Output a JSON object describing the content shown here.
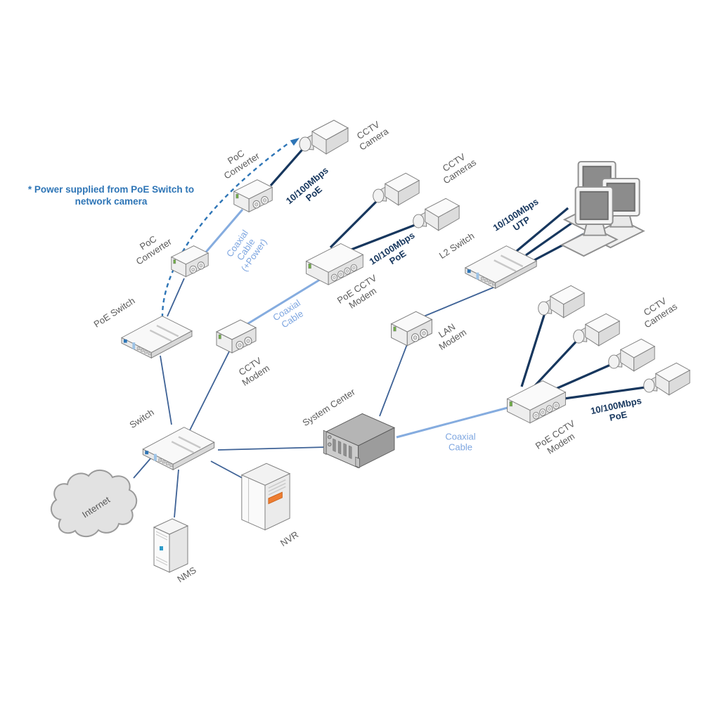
{
  "diagram": {
    "title": "PoE CCTV network diagram",
    "note": [
      "* Power supplied from PoE Switch to",
      "network camera"
    ],
    "colors": {
      "link_poe": "#17375E",
      "link_ethernet": "#3E6296",
      "link_coaxial": "#85ACDF",
      "note_blue": "#2E75B6",
      "label_gray": "#5a5a5a",
      "nvr_badge": "#ED7D31",
      "led_green": "#70AD47"
    },
    "labels": {
      "camera_top": [
        "CCTV",
        "Camera"
      ],
      "poc_top": [
        "PoC",
        "Converter"
      ],
      "poc_mid": [
        "PoC",
        "Converter"
      ],
      "poe_switch": [
        "PoE Switch"
      ],
      "link_poe_top": [
        "10/100Mbps",
        "PoE"
      ],
      "coax_power": [
        "Coaxial",
        "Cable",
        "(+Power)"
      ],
      "cameras_mid": [
        "CCTV",
        "Cameras"
      ],
      "link_poe_mid": [
        "10/100Mbps",
        "PoE"
      ],
      "poe_cctv_modem_top": [
        "PoE CCTV",
        "Modem"
      ],
      "l2_switch": [
        "L2 Switch"
      ],
      "link_utp": [
        "10/100Mbps",
        "UTP"
      ],
      "coax_mid": [
        "Coaxial",
        "Cable"
      ],
      "cctv_modem": [
        "CCTV",
        "Modem"
      ],
      "lan_modem": [
        "LAN",
        "Modem"
      ],
      "switch": [
        "Switch"
      ],
      "system_center": [
        "System Center"
      ],
      "internet": [
        "Internet"
      ],
      "nms": [
        "NMS"
      ],
      "nvr": [
        "NVR"
      ],
      "coax_bottom": [
        "Coaxial",
        "Cable"
      ],
      "poe_cctv_modem_bottom": [
        "PoE CCTV",
        "Modem"
      ],
      "link_poe_bottom": [
        "10/100Mbps",
        "PoE"
      ],
      "cameras_bottom": [
        "CCTV",
        "Cameras"
      ]
    }
  }
}
